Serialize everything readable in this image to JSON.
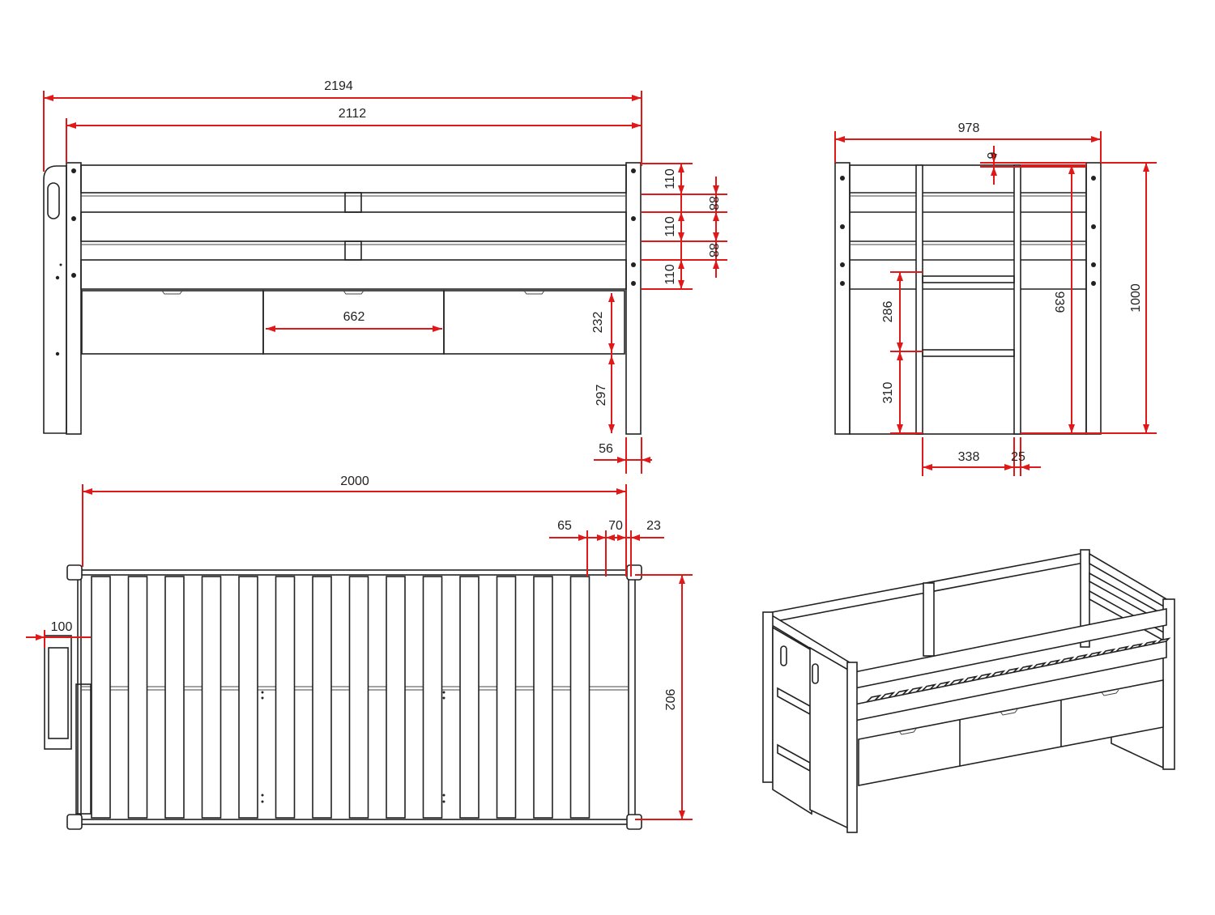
{
  "drawing": {
    "front_view": {
      "overall_length": "2194",
      "inner_length": "2112",
      "rail_height_top": "110",
      "rail_height_mid": "110",
      "rail_height_low": "110",
      "gap_upper": "88",
      "gap_lower": "88",
      "drawer_width": "662",
      "drawer_height": "232",
      "clearance_height": "297",
      "post_width": "56"
    },
    "end_view": {
      "overall_width": "978",
      "top_offset": "6",
      "rung_spacing": "286",
      "bottom_rung_height": "310",
      "ladder_width": "338",
      "ladder_rail_width": "25",
      "inner_height": "939",
      "overall_height": "1000"
    },
    "top_view": {
      "mattress_length": "2000",
      "post_depth": "65",
      "post_width": "70",
      "rail_offset": "23",
      "ladder_offset": "100",
      "mattress_width": "902"
    }
  }
}
